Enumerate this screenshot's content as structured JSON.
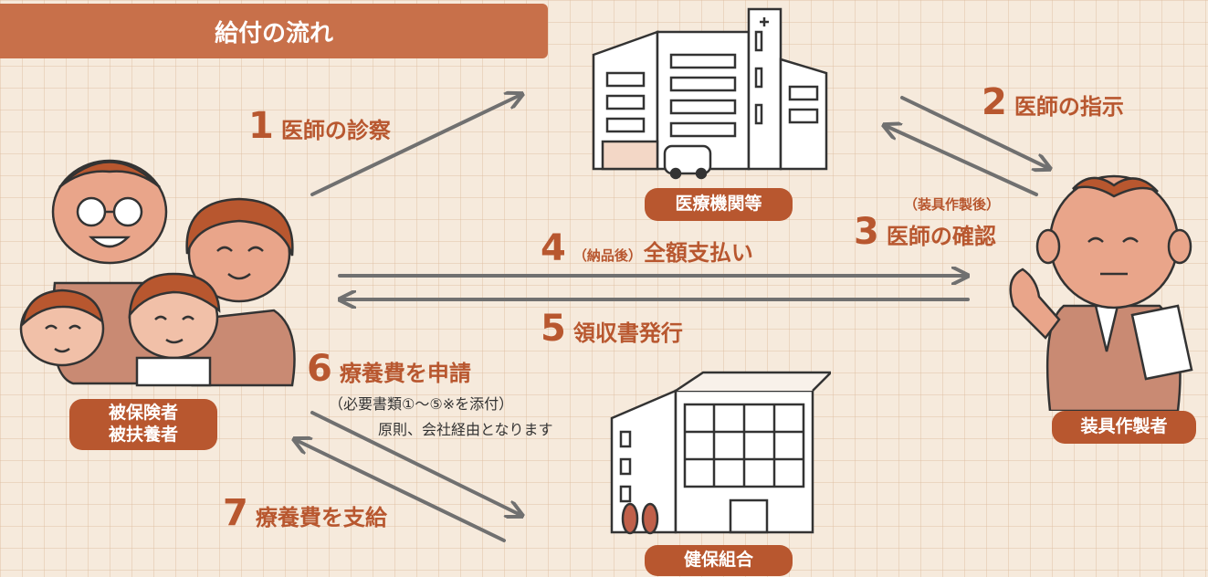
{
  "title": "給付の流れ",
  "nodes": {
    "patient": {
      "line1": "被保険者",
      "line2": "被扶養者"
    },
    "hospital": {
      "label": "医療機関等"
    },
    "maker": {
      "label": "装具作製者"
    },
    "kenpo": {
      "label": "健保組合"
    }
  },
  "steps": [
    {
      "num": "1",
      "label": "医師の診察"
    },
    {
      "num": "2",
      "label": "医師の指示"
    },
    {
      "num": "3",
      "prefix": "（装具作製後）",
      "label": "医師の確認"
    },
    {
      "num": "4",
      "prefix": "（納品後）",
      "label": "全額支払い"
    },
    {
      "num": "5",
      "label": "領収書発行"
    },
    {
      "num": "6",
      "label": "療養費を申請",
      "note1": "（必要書類①～⑤※を添付）",
      "note2": "原則、会社経由となります"
    },
    {
      "num": "7",
      "label": "療養費を支給"
    }
  ],
  "colors": {
    "accent": "#b8572f",
    "banner": "#c8704a",
    "arrow": "#707070",
    "background": "#f6eadc"
  }
}
